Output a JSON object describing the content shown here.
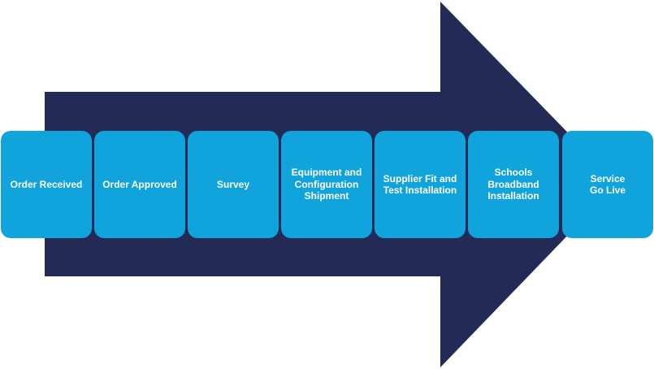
{
  "colors": {
    "arrow": "#222a55",
    "step_box": "#11a4dc",
    "step_text": "#ffffff",
    "background": "#ffffff"
  },
  "steps": [
    {
      "label": "Order Received"
    },
    {
      "label": "Order Approved"
    },
    {
      "label": "Survey"
    },
    {
      "label": "Equipment and\nConfiguration\nShipment"
    },
    {
      "label": "Supplier Fit and\nTest Installation"
    },
    {
      "label": "Schools\nBroadband\nInstallation"
    },
    {
      "label": "Service\nGo Live"
    }
  ]
}
